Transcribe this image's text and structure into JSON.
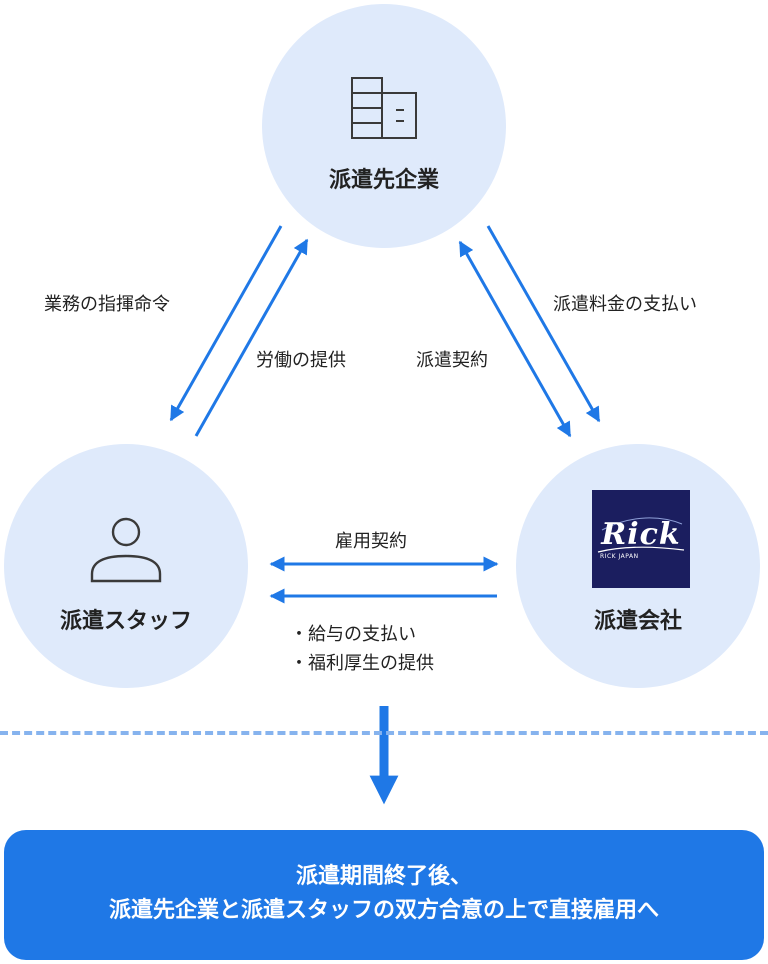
{
  "nodes": {
    "client": "派遣先企業",
    "staff": "派遣スタッフ",
    "agency": "派遣会社"
  },
  "edges": {
    "instruction": "業務の指揮命令",
    "labor": "労働の提供",
    "dispatch_contract": "派遣契約",
    "dispatch_fee": "派遣料金の支払い",
    "employment_contract": "雇用契約",
    "benefits": [
      "・給与の支払い",
      "・福利厚生の提供"
    ]
  },
  "logo": {
    "name": "Rick",
    "sub": "RICK JAPAN"
  },
  "result": {
    "line1": "派遣期間終了後、",
    "line2": "派遣先企業と派遣スタッフの双方合意の上で直接雇用へ"
  },
  "colors": {
    "accent": "#1f78e6",
    "circle": "#dfeafb",
    "divider": "#86b3ee",
    "logo_bg": "#1b1e5f"
  },
  "icons": {
    "client": "building-icon",
    "staff": "person-icon"
  }
}
